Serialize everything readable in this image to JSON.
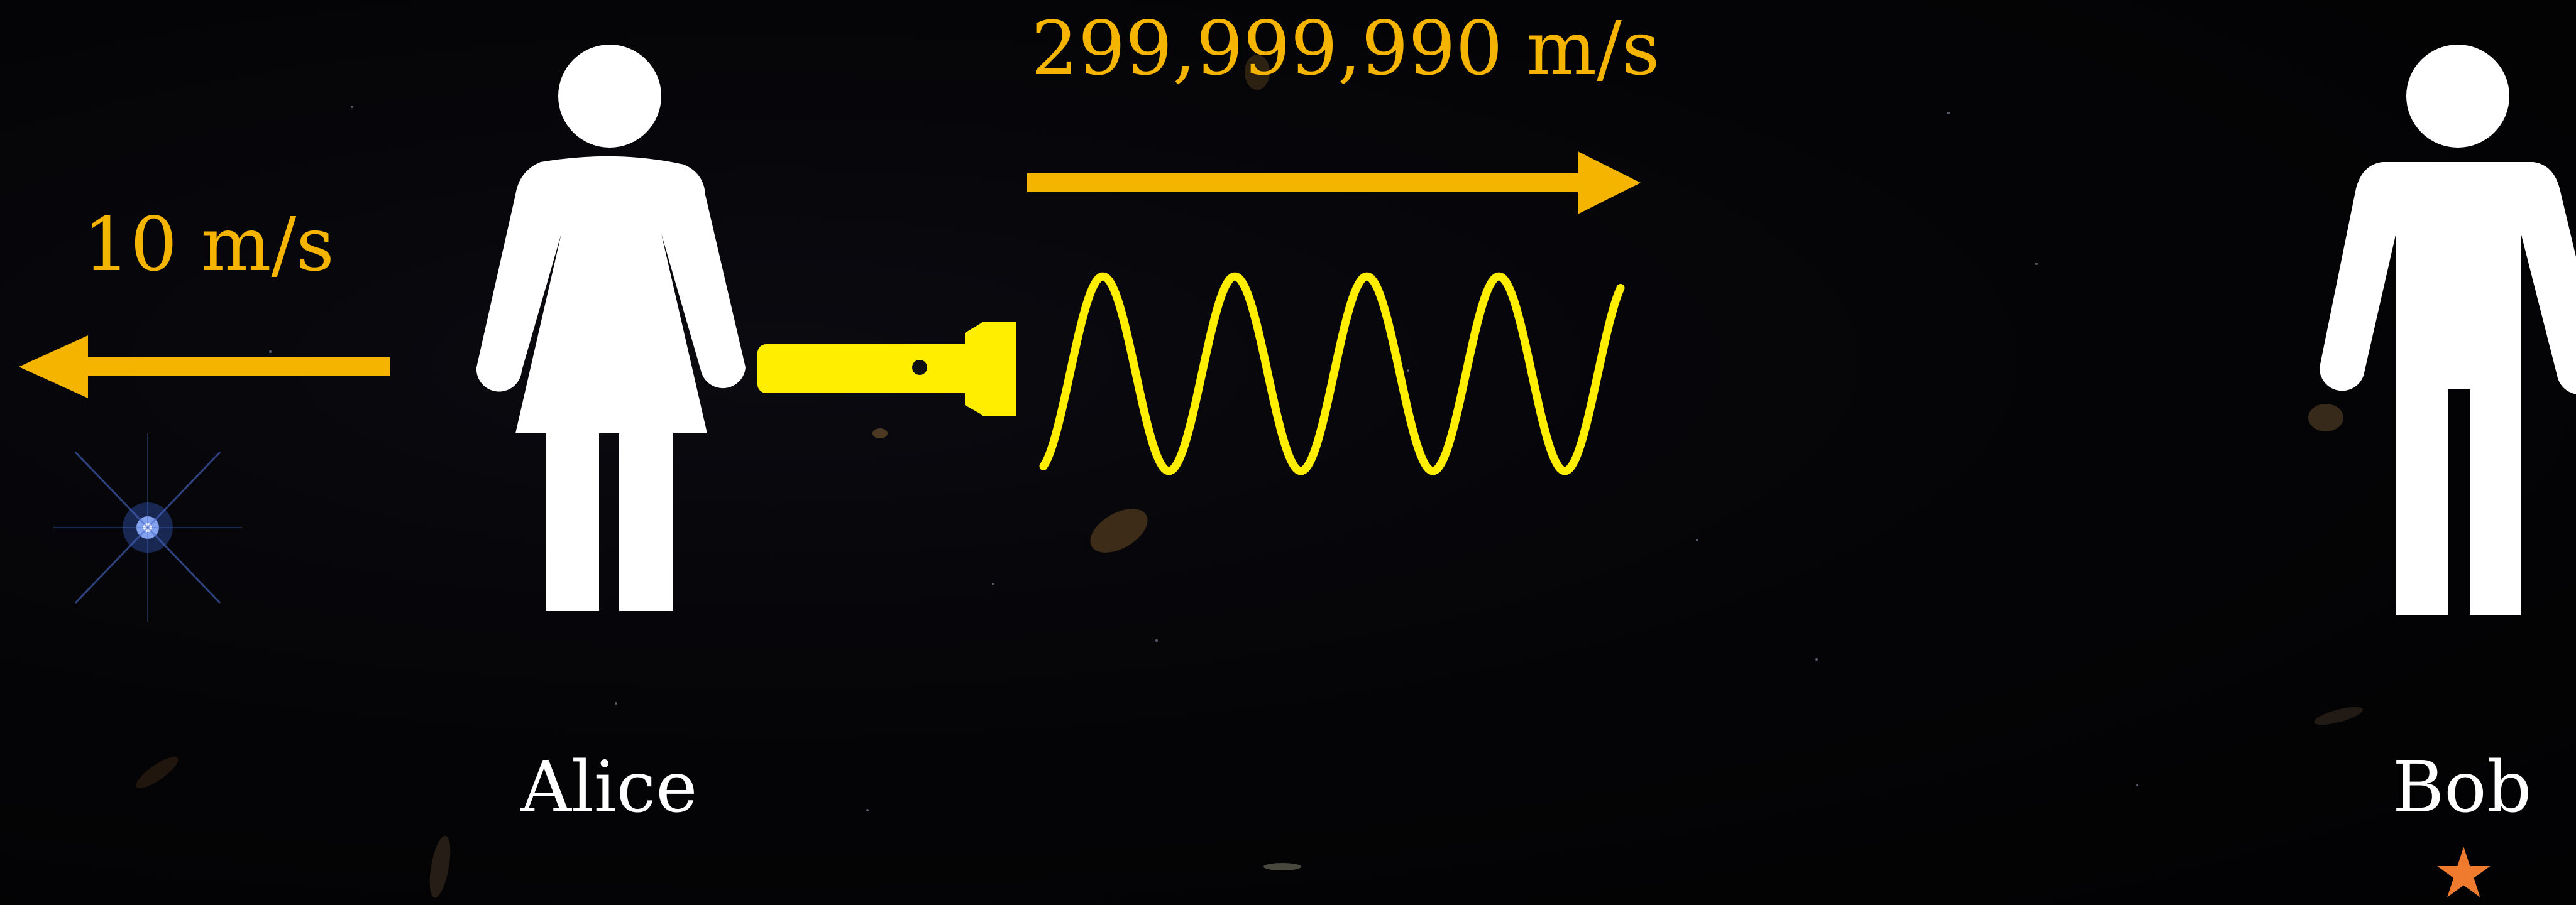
{
  "alice": {
    "name": "Alice",
    "speed_label": "10 m/s",
    "direction": "left"
  },
  "light": {
    "speed_label": "299,999,990 m/s",
    "direction": "right"
  },
  "bob": {
    "name": "Bob",
    "marker": "★"
  },
  "icons": {
    "alice": "woman-icon",
    "bob": "man-icon",
    "flashlight": "flashlight-icon",
    "wave": "light-wave-icon"
  },
  "colors": {
    "background": "#030305",
    "arrow": "#f4b400",
    "speed_text": "#f4b400",
    "wave": "#ffee00",
    "flashlight": "#ffee00",
    "figures": "#ffffff",
    "bob_star": "#f07a2e"
  }
}
